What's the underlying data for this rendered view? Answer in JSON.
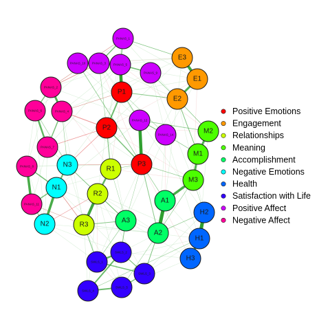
{
  "groups": {
    "P": {
      "label": "Positive Emotions",
      "color": "#ff0000"
    },
    "E": {
      "label": "Engagement",
      "color": "#ff9900"
    },
    "R": {
      "label": "Relationships",
      "color": "#ccff00"
    },
    "M": {
      "label": "Meaning",
      "color": "#4cff00"
    },
    "A": {
      "label": "Accomplishment",
      "color": "#00ff66"
    },
    "N": {
      "label": "Negative Emotions",
      "color": "#00ffff"
    },
    "H": {
      "label": "Health",
      "color": "#0066ff"
    },
    "S": {
      "label": "Satisfaction with Life",
      "color": "#3300ff"
    },
    "PA": {
      "label": "Positive Affect",
      "color": "#cc00ff"
    },
    "NA": {
      "label": "Negative Affect",
      "color": "#ff0099"
    }
  },
  "legend_order": [
    "P",
    "E",
    "R",
    "M",
    "A",
    "N",
    "H",
    "S",
    "PA",
    "NA"
  ],
  "nodes": [
    {
      "id": "P1",
      "label": "P1",
      "group": "P"
    },
    {
      "id": "P2",
      "label": "P2",
      "group": "P"
    },
    {
      "id": "P3",
      "label": "P3",
      "group": "P"
    },
    {
      "id": "E1",
      "label": "E1",
      "group": "E"
    },
    {
      "id": "E2",
      "label": "E2",
      "group": "E"
    },
    {
      "id": "E3",
      "label": "E3",
      "group": "E"
    },
    {
      "id": "R1",
      "label": "R1",
      "group": "R"
    },
    {
      "id": "R2",
      "label": "R2",
      "group": "R"
    },
    {
      "id": "R3",
      "label": "R3",
      "group": "R"
    },
    {
      "id": "M1",
      "label": "M1",
      "group": "M"
    },
    {
      "id": "M2",
      "label": "M2",
      "group": "M"
    },
    {
      "id": "M3",
      "label": "M3",
      "group": "M"
    },
    {
      "id": "A1",
      "label": "A1",
      "group": "A"
    },
    {
      "id": "A2",
      "label": "A2",
      "group": "A"
    },
    {
      "id": "A3",
      "label": "A3",
      "group": "A"
    },
    {
      "id": "N1",
      "label": "N1",
      "group": "N"
    },
    {
      "id": "N2",
      "label": "N2",
      "group": "N"
    },
    {
      "id": "N3",
      "label": "N3",
      "group": "N"
    },
    {
      "id": "H1",
      "label": "H1",
      "group": "H"
    },
    {
      "id": "H2",
      "label": "H2",
      "group": "H"
    },
    {
      "id": "H3",
      "label": "H3",
      "group": "H"
    },
    {
      "id": "S1",
      "label": "SWLS_1",
      "group": "S"
    },
    {
      "id": "S2",
      "label": "SWLS_2",
      "group": "S"
    },
    {
      "id": "S3",
      "label": "SWLS_3",
      "group": "S"
    },
    {
      "id": "S4",
      "label": "SWLS_4",
      "group": "S"
    },
    {
      "id": "S5",
      "label": "SWLS_5",
      "group": "S"
    },
    {
      "id": "PA1",
      "label": "PANAS_1",
      "group": "PA"
    },
    {
      "id": "PA2",
      "label": "PANAS_3",
      "group": "PA"
    },
    {
      "id": "PA3",
      "label": "PANAS_5",
      "group": "PA"
    },
    {
      "id": "PA4",
      "label": "PANAS_9",
      "group": "PA"
    },
    {
      "id": "PA5",
      "label": "PANAS_10",
      "group": "PA"
    },
    {
      "id": "PA6",
      "label": "PANAS_12",
      "group": "PA"
    },
    {
      "id": "PA7",
      "label": "PANAS_14",
      "group": "PA"
    },
    {
      "id": "NA1",
      "label": "PANAS_2",
      "group": "NA"
    },
    {
      "id": "NA2",
      "label": "PANAS_4",
      "group": "NA"
    },
    {
      "id": "NA3",
      "label": "PANAS_6",
      "group": "NA"
    },
    {
      "id": "NA4",
      "label": "PANAS_7",
      "group": "NA"
    },
    {
      "id": "NA5",
      "label": "PANAS_8",
      "group": "NA"
    },
    {
      "id": "NA6",
      "label": "PANAS_11",
      "group": "NA"
    }
  ],
  "edges": [
    {
      "a": "P1",
      "b": "PA3",
      "sign": "pos",
      "w": 4.5
    },
    {
      "a": "P3",
      "b": "PA6",
      "sign": "pos",
      "w": 4.5
    },
    {
      "a": "E1",
      "b": "E3",
      "sign": "pos",
      "w": 4
    },
    {
      "a": "E1",
      "b": "E2",
      "sign": "pos",
      "w": 3
    },
    {
      "a": "M1",
      "b": "M2",
      "sign": "pos",
      "w": 3
    },
    {
      "a": "M1",
      "b": "M3",
      "sign": "pos",
      "w": 3
    },
    {
      "a": "A1",
      "b": "A2",
      "sign": "pos",
      "w": 5
    },
    {
      "a": "A1",
      "b": "M3",
      "sign": "pos",
      "w": 3.5
    },
    {
      "a": "R2",
      "b": "R3",
      "sign": "pos",
      "w": 4
    },
    {
      "a": "R1",
      "b": "R2",
      "sign": "pos",
      "w": 2.5
    },
    {
      "a": "H1",
      "b": "H2",
      "sign": "pos",
      "w": 5
    },
    {
      "a": "H1",
      "b": "H3",
      "sign": "pos",
      "w": 3
    },
    {
      "a": "N1",
      "b": "N2",
      "sign": "pos",
      "w": 3.5
    },
    {
      "a": "N1",
      "b": "N3",
      "sign": "pos",
      "w": 2
    },
    {
      "a": "NA1",
      "b": "NA2",
      "sign": "pos",
      "w": 3
    },
    {
      "a": "NA3",
      "b": "NA4",
      "sign": "pos",
      "w": 2.5
    },
    {
      "a": "NA5",
      "b": "NA6",
      "sign": "pos",
      "w": 3.5
    },
    {
      "a": "NA1",
      "b": "NA3",
      "sign": "pos",
      "w": 1.5
    },
    {
      "a": "NA4",
      "b": "NA2",
      "sign": "pos",
      "w": 1.5
    },
    {
      "a": "NA5",
      "b": "N1",
      "sign": "pos",
      "w": 1.5
    },
    {
      "a": "NA6",
      "b": "N1",
      "sign": "pos",
      "w": 1.5
    },
    {
      "a": "NA6",
      "b": "N2",
      "sign": "pos",
      "w": 1
    },
    {
      "a": "S1",
      "b": "S2",
      "sign": "pos",
      "w": 2.5
    },
    {
      "a": "S1",
      "b": "S3",
      "sign": "pos",
      "w": 1.5
    },
    {
      "a": "S2",
      "b": "S4",
      "sign": "pos",
      "w": 2
    },
    {
      "a": "S3",
      "b": "S5",
      "sign": "pos",
      "w": 1.5
    },
    {
      "a": "S4",
      "b": "S5",
      "sign": "pos",
      "w": 2
    },
    {
      "a": "S2",
      "b": "S3",
      "sign": "pos",
      "w": 1.2
    },
    {
      "a": "PA1",
      "b": "PA2",
      "sign": "pos",
      "w": 1.5
    },
    {
      "a": "PA2",
      "b": "PA3",
      "sign": "pos",
      "w": 1.5
    },
    {
      "a": "PA3",
      "b": "PA4",
      "sign": "pos",
      "w": 1.5
    },
    {
      "a": "PA1",
      "b": "PA3",
      "sign": "pos",
      "w": 1.2
    },
    {
      "a": "PA3",
      "b": "PA5",
      "sign": "pos",
      "w": 1
    },
    {
      "a": "PA6",
      "b": "PA7",
      "sign": "pos",
      "w": 1
    },
    {
      "a": "P1",
      "b": "P2",
      "sign": "pos",
      "w": 2
    },
    {
      "a": "P2",
      "b": "P3",
      "sign": "pos",
      "w": 1.5
    },
    {
      "a": "P2",
      "b": "R1",
      "sign": "pos",
      "w": 1.2
    },
    {
      "a": "P3",
      "b": "A2",
      "sign": "pos",
      "w": 1
    },
    {
      "a": "R2",
      "b": "A3",
      "sign": "pos",
      "w": 1.2
    },
    {
      "a": "R3",
      "b": "A3",
      "sign": "pos",
      "w": 1
    },
    {
      "a": "A3",
      "b": "S2",
      "sign": "pos",
      "w": 1
    },
    {
      "a": "A2",
      "b": "S3",
      "sign": "pos",
      "w": 1
    },
    {
      "a": "R3",
      "b": "S1",
      "sign": "pos",
      "w": 1
    },
    {
      "a": "E2",
      "b": "P1",
      "sign": "pos",
      "w": 1
    },
    {
      "a": "E2",
      "b": "M1",
      "sign": "pos",
      "w": 1
    },
    {
      "a": "M2",
      "b": "PA6",
      "sign": "pos",
      "w": 0.8
    },
    {
      "a": "E3",
      "b": "PA1",
      "sign": "pos",
      "w": 0.8
    },
    {
      "a": "P1",
      "b": "PA6",
      "sign": "pos",
      "w": 0.9
    },
    {
      "a": "PA5",
      "b": "P3",
      "sign": "pos",
      "w": 0.8
    },
    {
      "a": "N3",
      "b": "R2",
      "sign": "pos",
      "w": 0.8
    },
    {
      "a": "NA2",
      "b": "P2",
      "sign": "neg",
      "w": 1
    },
    {
      "a": "NA4",
      "b": "P2",
      "sign": "neg",
      "w": 0.8
    },
    {
      "a": "NA1",
      "b": "PA2",
      "sign": "neg",
      "w": 0.8
    },
    {
      "a": "N3",
      "b": "P2",
      "sign": "neg",
      "w": 0.8
    },
    {
      "a": "N1",
      "b": "R3",
      "sign": "neg",
      "w": 0.8
    },
    {
      "a": "N2",
      "b": "R2",
      "sign": "neg",
      "w": 0.7
    },
    {
      "a": "N3",
      "b": "P3",
      "sign": "neg",
      "w": 0.6
    },
    {
      "a": "H2",
      "b": "A2",
      "sign": "pos",
      "w": 0.7
    },
    {
      "a": "H1",
      "b": "S4",
      "sign": "pos",
      "w": 0.6
    },
    {
      "a": "M3",
      "b": "P3",
      "sign": "pos",
      "w": 0.7
    },
    {
      "a": "A1",
      "b": "P3",
      "sign": "pos",
      "w": 0.7
    },
    {
      "a": "PA7",
      "b": "M1",
      "sign": "pos",
      "w": 0.7
    },
    {
      "a": "E2",
      "b": "M2",
      "sign": "pos",
      "w": 0.7
    },
    {
      "a": "PA4",
      "b": "E2",
      "sign": "pos",
      "w": 0.6
    },
    {
      "a": "R1",
      "b": "P3",
      "sign": "pos",
      "w": 0.6
    },
    {
      "a": "PA2",
      "b": "P2",
      "sign": "pos",
      "w": 0.6
    },
    {
      "a": "NA3",
      "b": "N3",
      "sign": "pos",
      "w": 0.7
    },
    {
      "a": "NA2",
      "b": "N3",
      "sign": "pos",
      "w": 0.6
    },
    {
      "a": "A3",
      "b": "S1",
      "sign": "pos",
      "w": 0.6
    },
    {
      "a": "M3",
      "b": "A2",
      "sign": "pos",
      "w": 0.6
    },
    {
      "a": "H2",
      "b": "M3",
      "sign": "pos",
      "w": 0.5
    },
    {
      "a": "PA1",
      "b": "NA1",
      "sign": "neg",
      "w": 0.6
    },
    {
      "a": "P1",
      "b": "NA2",
      "sign": "neg",
      "w": 0.6
    },
    {
      "a": "R3",
      "b": "NA6",
      "sign": "neg",
      "w": 0.5
    },
    {
      "a": "S5",
      "b": "A2",
      "sign": "pos",
      "w": 0.5
    },
    {
      "a": "PA7",
      "b": "P1",
      "sign": "pos",
      "w": 0.5
    },
    {
      "a": "R1",
      "b": "A3",
      "sign": "pos",
      "w": 0.5
    },
    {
      "a": "P3",
      "b": "A3",
      "sign": "pos",
      "w": 0.5
    }
  ]
}
